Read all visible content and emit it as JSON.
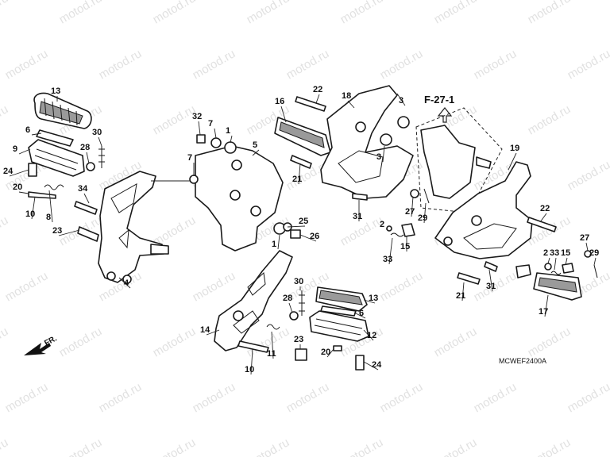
{
  "diagram": {
    "watermark_text": "motod.ru",
    "ref_label": "F-27-1",
    "diagram_code": "MCWEF2400A",
    "direction_label": "FR.",
    "callouts": [
      "1",
      "2",
      "3",
      "4",
      "5",
      "6",
      "7",
      "8",
      "9",
      "10",
      "11",
      "12",
      "13",
      "14",
      "15",
      "16",
      "17",
      "18",
      "19",
      "20",
      "21",
      "22",
      "23",
      "24",
      "25",
      "26",
      "27",
      "28",
      "29",
      "30",
      "31",
      "32",
      "33",
      "34"
    ]
  }
}
